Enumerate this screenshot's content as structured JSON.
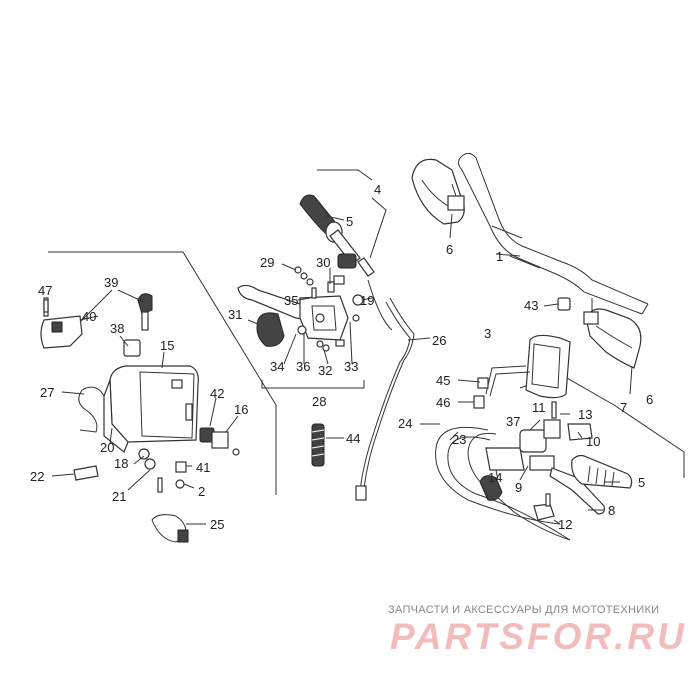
{
  "diagram": {
    "callouts": {
      "c1": "1",
      "c2": "2",
      "c4": "4",
      "c5a": "5",
      "c5b": "5",
      "c6a": "6",
      "c6b": "6",
      "c7": "7",
      "c8": "8",
      "c9": "9",
      "c10": "10",
      "c11": "11",
      "c12": "12",
      "c13": "13",
      "c14": "14",
      "c15": "15",
      "c16": "16",
      "c18": "18",
      "c19": "19",
      "c20": "20",
      "c21": "21",
      "c22": "22",
      "c23": "23",
      "c24": "24",
      "c25": "25",
      "c26": "26",
      "c27": "27",
      "c28": "28",
      "c29": "29",
      "c30": "30",
      "c31": "31",
      "c32": "32",
      "c33": "33",
      "c34": "34",
      "c35": "35",
      "c36": "36",
      "c37": "37",
      "c38": "38",
      "c39": "39",
      "c40": "40",
      "c41": "41",
      "c42": "42",
      "c43": "43",
      "c44": "44",
      "c45": "45",
      "c46": "46",
      "c47": "47",
      "c3": "3"
    }
  },
  "watermark": {
    "caption": "ЗАПЧАСТИ И АКСЕССУАРЫ ДЛЯ МОТОТЕХНИКИ",
    "logo": "PARTSFOR.RU"
  }
}
